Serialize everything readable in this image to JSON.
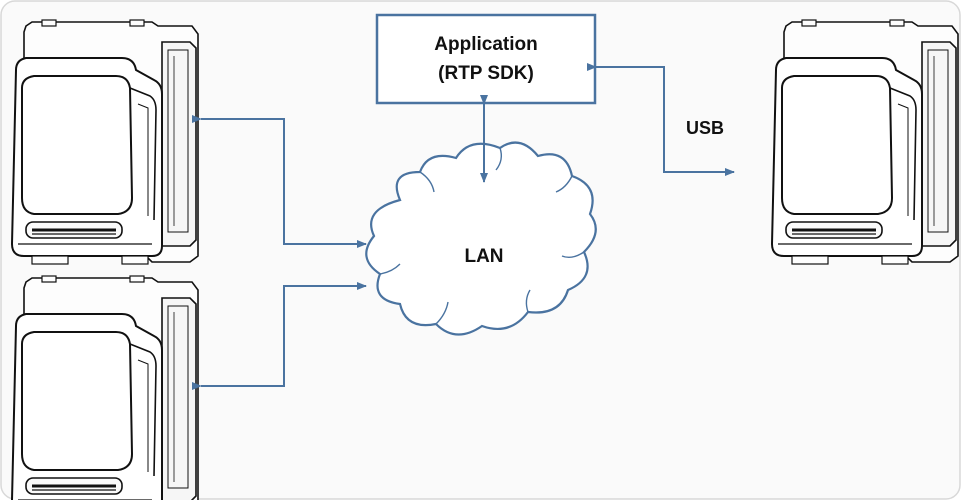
{
  "diagram": {
    "application_box": {
      "line1": "Application",
      "line2": "(RTP SDK)"
    },
    "network_label": "LAN",
    "link_label": "USB",
    "colors": {
      "background": "#fafafa",
      "frame": "#d8d8d8",
      "arrow": "#4a73a0",
      "box_stroke": "#4a73a0",
      "cloud_stroke": "#4a73a0",
      "device_stroke": "#111111",
      "text": "#111111"
    },
    "icons": [
      "printer-device-icon",
      "cloud-icon",
      "arrowhead-icon"
    ]
  }
}
